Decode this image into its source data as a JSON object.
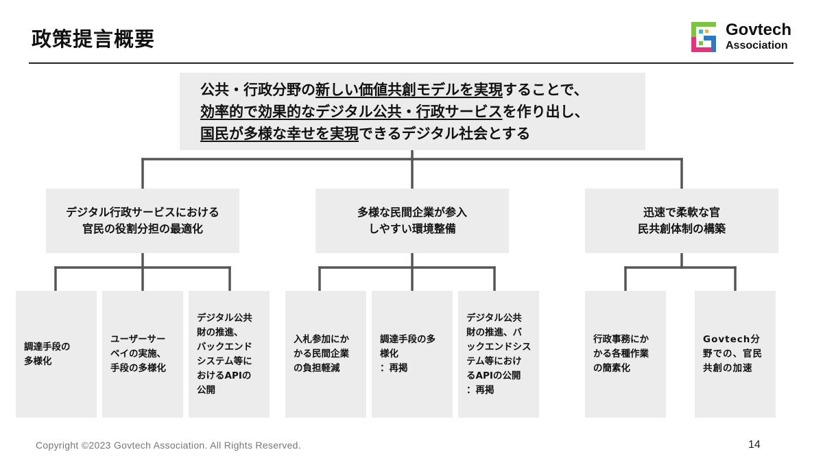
{
  "header": {
    "title": "政策提言概要",
    "logo": {
      "line1": "Govtech",
      "line2": "Association"
    }
  },
  "vision": {
    "lines": [
      [
        {
          "text": "公共・行政分野の",
          "u": false
        },
        {
          "text": "新しい価値共創モデルを実現",
          "u": true
        },
        {
          "text": "することで、",
          "u": false
        }
      ],
      [
        {
          "text": "効率的で効果的なデジタル公共・行政サービス",
          "u": true
        },
        {
          "text": "を作り出し、",
          "u": false
        }
      ],
      [
        {
          "text": "国民が多様な幸せを実現",
          "u": true
        },
        {
          "text": "できるデジタル社会とする",
          "u": false
        }
      ]
    ]
  },
  "pillars": [
    {
      "lines": [
        "デジタル行政サービスにおける",
        "官民の役割分担の最適化"
      ],
      "items": [
        [
          "調達手段の",
          "多様化"
        ],
        [
          "ユーザーサー",
          "ベイの実施、",
          "手段の多様化"
        ],
        [
          "デジタル公共",
          "財の推進、",
          "バックエンド",
          "システム等に",
          "おけるAPIの",
          "公開"
        ]
      ]
    },
    {
      "lines": [
        "多様な民間企業が参入",
        "しやすい環境整備"
      ],
      "items": [
        [
          "入札参加にか",
          "かる民間企業",
          "の負担軽減"
        ],
        [
          "調達手段の多",
          "様化",
          "：再掲"
        ],
        [
          "デジタル公共",
          "財の推進、バ",
          "ックエンドシス",
          "テム等におけ",
          "るAPIの公開",
          "：再掲"
        ]
      ]
    },
    {
      "lines": [
        "迅速で柔軟な官",
        "民共創体制の構築"
      ],
      "items": [
        [
          "行政事務にか",
          "かる各種作業",
          "の簡素化"
        ],
        [
          "Govtech分",
          "野での、官民",
          "共創の加速"
        ]
      ]
    }
  ],
  "footer": {
    "copyright": "Copyright ©2023 Govtech Association. All Rights Reserved.",
    "page_number": "14"
  },
  "colors": {
    "box_fill": "#ececec",
    "connector": "#555555",
    "logo_green": "#7cc243",
    "logo_blue": "#2b7ac4",
    "logo_pink": "#e2347a",
    "logo_cyan": "#3bb6d6"
  }
}
